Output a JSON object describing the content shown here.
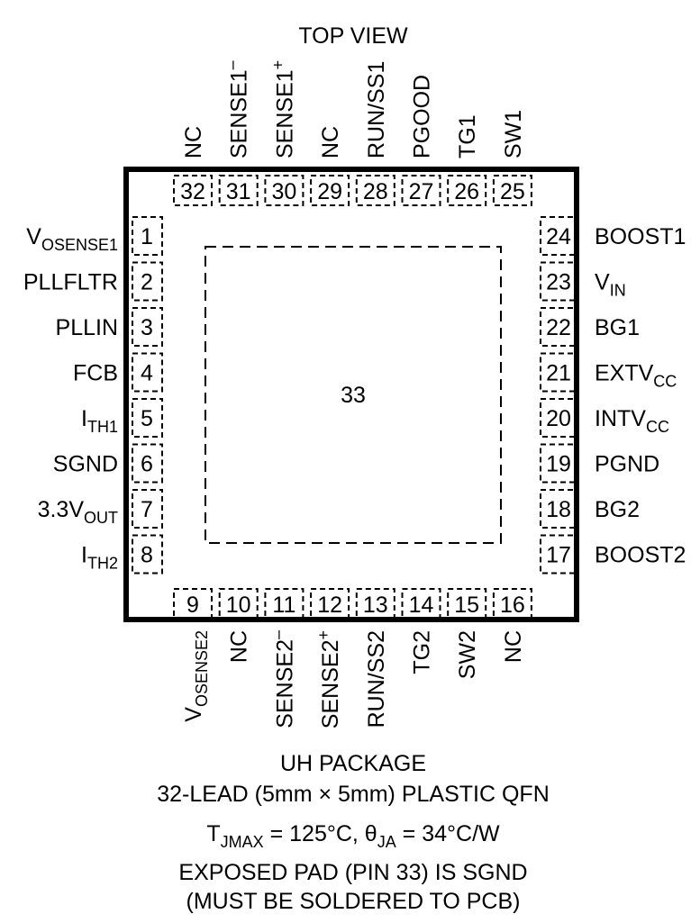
{
  "header": "TOP VIEW",
  "center_pad_number": "33",
  "pins_left": [
    {
      "num": "1",
      "name": "V",
      "sub": "OSENSE1"
    },
    {
      "num": "2",
      "name": "PLLFLTR"
    },
    {
      "num": "3",
      "name": "PLLIN"
    },
    {
      "num": "4",
      "name": "FCB"
    },
    {
      "num": "5",
      "name": "I",
      "sub": "TH1"
    },
    {
      "num": "6",
      "name": "SGND"
    },
    {
      "num": "7",
      "name": "3.3V",
      "sub": "OUT"
    },
    {
      "num": "8",
      "name": "I",
      "sub": "TH2"
    }
  ],
  "pins_right": [
    {
      "num": "24",
      "name": "BOOST1"
    },
    {
      "num": "23",
      "name": "V",
      "sub": "IN"
    },
    {
      "num": "22",
      "name": "BG1"
    },
    {
      "num": "21",
      "name": "EXTV",
      "sub": "CC"
    },
    {
      "num": "20",
      "name": "INTV",
      "sub": "CC"
    },
    {
      "num": "19",
      "name": "PGND"
    },
    {
      "num": "18",
      "name": "BG2"
    },
    {
      "num": "17",
      "name": "BOOST2"
    }
  ],
  "pins_top": [
    {
      "num": "32",
      "name": "NC"
    },
    {
      "num": "31",
      "name": "SENSE1",
      "sup": "–"
    },
    {
      "num": "30",
      "name": "SENSE1",
      "sup": "+"
    },
    {
      "num": "29",
      "name": "NC"
    },
    {
      "num": "28",
      "name": "RUN/SS1"
    },
    {
      "num": "27",
      "name": "PGOOD"
    },
    {
      "num": "26",
      "name": "TG1"
    },
    {
      "num": "25",
      "name": "SW1"
    }
  ],
  "pins_bottom": [
    {
      "num": "9",
      "name": "V",
      "sub": "OSENSE2"
    },
    {
      "num": "10",
      "name": "NC"
    },
    {
      "num": "11",
      "name": "SENSE2",
      "sup": "–"
    },
    {
      "num": "12",
      "name": "SENSE2",
      "sup": "+"
    },
    {
      "num": "13",
      "name": "RUN/SS2"
    },
    {
      "num": "14",
      "name": "TG2"
    },
    {
      "num": "15",
      "name": "SW2"
    },
    {
      "num": "16",
      "name": "NC"
    }
  ],
  "package_name": "UH PACKAGE",
  "package_desc": "32-LEAD (5mm × 5mm) PLASTIC QFN",
  "thermal": {
    "t": "T",
    "t_sub": "JMAX",
    "t_rest": " = 125°C, θ",
    "theta_sub": "JA",
    "theta_rest": " = 34°C/W"
  },
  "note_line1": "EXPOSED PAD (PIN 33) IS SGND",
  "note_line2": "(MUST BE SOLDERED TO PCB)"
}
